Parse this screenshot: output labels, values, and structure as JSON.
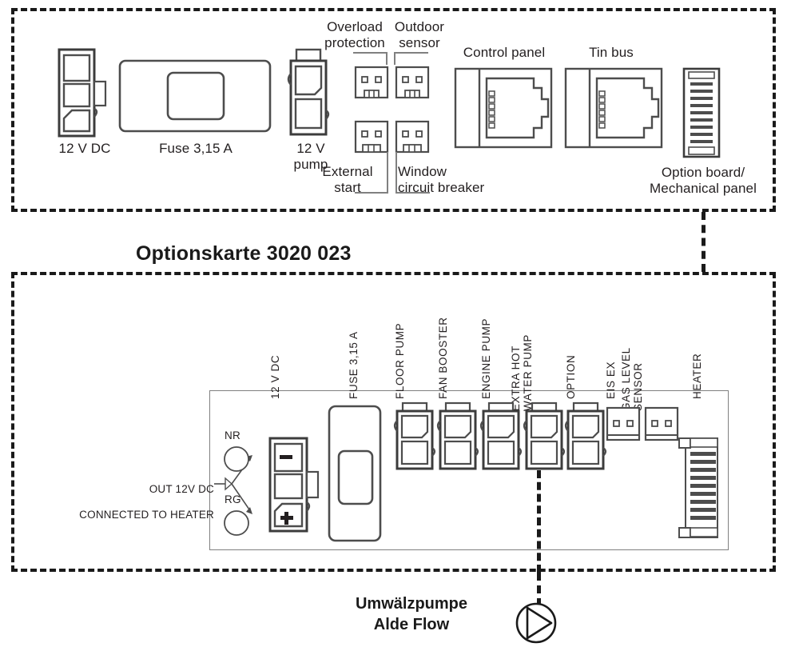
{
  "diagram": {
    "title_middle": "Optionskarte 3020 023",
    "bottom_caption": "Umwälzpumpe\nAlde Flow",
    "bottom_symbol": "pump-symbol"
  },
  "top_panel": {
    "name": "main-board-panel",
    "labels": [
      {
        "id": "12v-dc",
        "text": "12 V DC"
      },
      {
        "id": "fuse",
        "text": "Fuse 3,15 A"
      },
      {
        "id": "12v-pump",
        "text": "12 V\npump"
      },
      {
        "id": "overload",
        "text": "Overload\nprotection"
      },
      {
        "id": "outdoor-sensor",
        "text": "Outdoor\nsensor"
      },
      {
        "id": "external-start",
        "text": "External\nstart"
      },
      {
        "id": "window-breaker",
        "text": "Window\ncircuit breaker"
      },
      {
        "id": "control-panel",
        "text": "Control panel"
      },
      {
        "id": "tin-bus",
        "text": "Tin bus"
      },
      {
        "id": "option-board",
        "text": "Option board/\nMechanical panel"
      }
    ]
  },
  "bottom_panel": {
    "name": "option-card-panel",
    "note": {
      "line1": "OUT 12V DC",
      "line2": "CONNECTED TO HEATER",
      "terminal_top": "NR",
      "terminal_bottom": "RG"
    },
    "power_marks": {
      "minus": "-",
      "plus": "+"
    },
    "column_labels": [
      {
        "id": "12v-dc",
        "text": "12 V DC"
      },
      {
        "id": "fuse",
        "text": "FUSE 3,15 A"
      },
      {
        "id": "floor-pump",
        "text": "FLOOR PUMP"
      },
      {
        "id": "fan-booster",
        "text": "FAN BOOSTER"
      },
      {
        "id": "engine-pump",
        "text": "ENGINE PUMP"
      },
      {
        "id": "extra-hot-water",
        "text": "EXTRA HOT\nWATER PUMP"
      },
      {
        "id": "option",
        "text": "OPTION"
      },
      {
        "id": "eis-ex",
        "text": "EIS EX"
      },
      {
        "id": "gas-level-sensor",
        "text": "GAS LEVEL\nSENSOR"
      },
      {
        "id": "heater",
        "text": "HEATER"
      }
    ]
  },
  "colors": {
    "ink": "#231f20",
    "stroke_dark": "#3c3c3c",
    "stroke_mid": "#4d4d4d",
    "stroke_light": "#808080",
    "dash": "#1a1a1a",
    "background": "#ffffff"
  }
}
